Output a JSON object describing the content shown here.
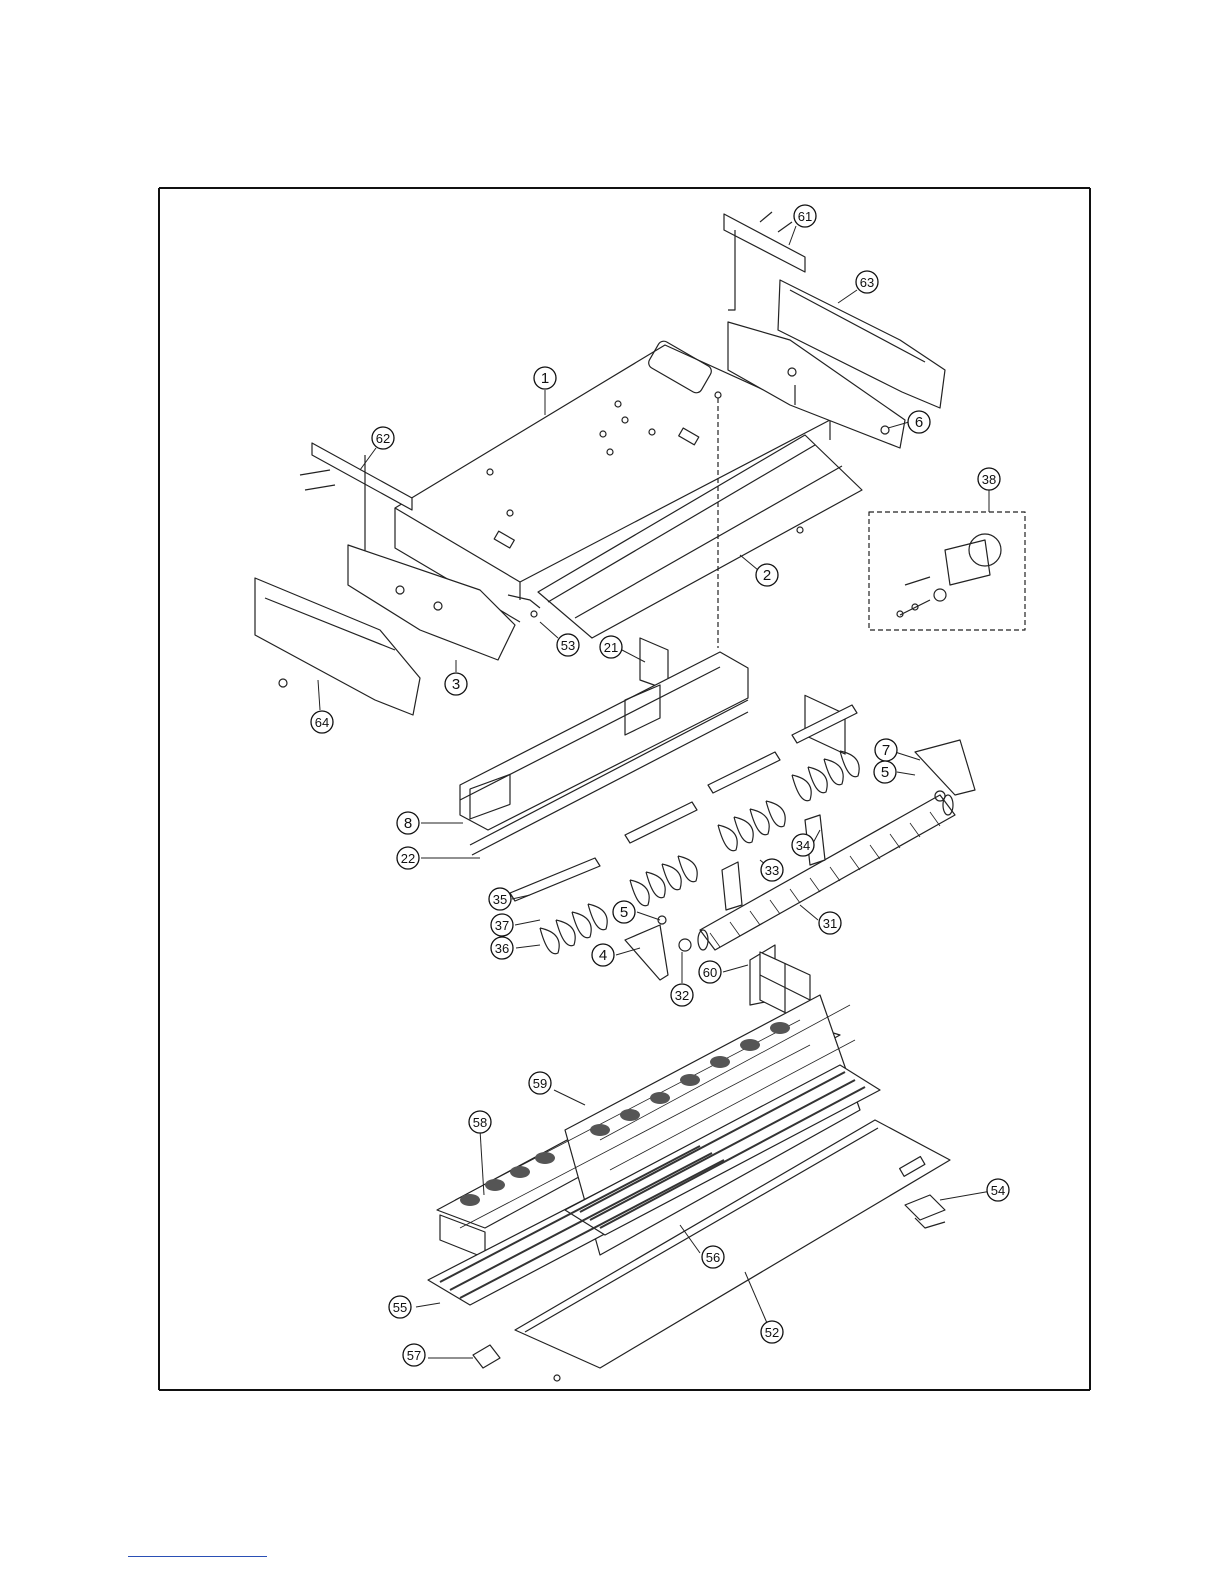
{
  "diagram": {
    "callouts": [
      {
        "id": "c61",
        "label": "61"
      },
      {
        "id": "c63",
        "label": "63"
      },
      {
        "id": "c1",
        "label": "1"
      },
      {
        "id": "c6",
        "label": "6"
      },
      {
        "id": "c62",
        "label": "62"
      },
      {
        "id": "c38",
        "label": "38"
      },
      {
        "id": "c2",
        "label": "2"
      },
      {
        "id": "c53",
        "label": "53"
      },
      {
        "id": "c21",
        "label": "21"
      },
      {
        "id": "c3",
        "label": "3"
      },
      {
        "id": "c64",
        "label": "64"
      },
      {
        "id": "c7",
        "label": "7"
      },
      {
        "id": "c5a",
        "label": "5"
      },
      {
        "id": "c8",
        "label": "8"
      },
      {
        "id": "c34",
        "label": "34"
      },
      {
        "id": "c22",
        "label": "22"
      },
      {
        "id": "c33",
        "label": "33"
      },
      {
        "id": "c35",
        "label": "35"
      },
      {
        "id": "c31",
        "label": "31"
      },
      {
        "id": "c5b",
        "label": "5"
      },
      {
        "id": "c37",
        "label": "37"
      },
      {
        "id": "c36",
        "label": "36"
      },
      {
        "id": "c4",
        "label": "4"
      },
      {
        "id": "c60",
        "label": "60"
      },
      {
        "id": "c32",
        "label": "32"
      },
      {
        "id": "c59",
        "label": "59"
      },
      {
        "id": "c58",
        "label": "58"
      },
      {
        "id": "c54",
        "label": "54"
      },
      {
        "id": "c56",
        "label": "56"
      },
      {
        "id": "c55",
        "label": "55"
      },
      {
        "id": "c52",
        "label": "52"
      },
      {
        "id": "c57",
        "label": "57"
      }
    ]
  }
}
